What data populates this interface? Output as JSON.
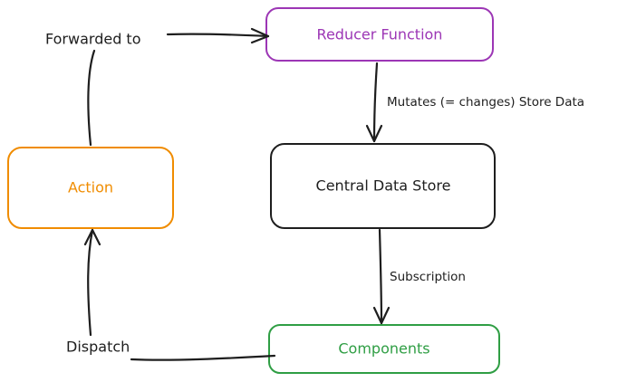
{
  "nodes": {
    "reducer": {
      "label": "Reducer Function",
      "color": "#9c36b5"
    },
    "store": {
      "label": "Central Data Store",
      "color": "#1e1e1e"
    },
    "action": {
      "label": "Action",
      "color": "#f08c00"
    },
    "components": {
      "label": "Components",
      "color": "#2f9e44"
    }
  },
  "edges": {
    "forwarded": {
      "label": "Forwarded to"
    },
    "mutates": {
      "label": "Mutates (= changes) Store Data"
    },
    "subscription": {
      "label": "Subscription"
    },
    "dispatch": {
      "label": "Dispatch"
    }
  }
}
